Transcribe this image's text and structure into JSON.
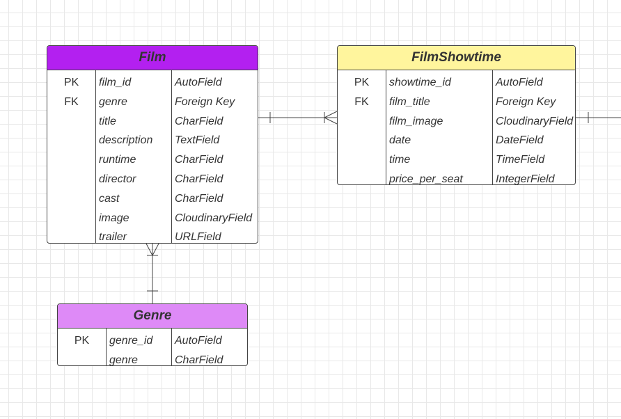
{
  "colors": {
    "film_header": "#b320f0",
    "showtime_header": "#fff59d",
    "genre_header": "#de8af7",
    "border": "#444444",
    "text": "#333333",
    "grid": "#e8e8e8"
  },
  "entities": {
    "film": {
      "title": "Film",
      "fields": [
        {
          "key": "PK",
          "name": "film_id",
          "type": "AutoField"
        },
        {
          "key": "FK",
          "name": "genre",
          "type": "Foreign Key"
        },
        {
          "key": "",
          "name": "title",
          "type": "CharField"
        },
        {
          "key": "",
          "name": "description",
          "type": "TextField"
        },
        {
          "key": "",
          "name": "runtime",
          "type": "CharField"
        },
        {
          "key": "",
          "name": "director",
          "type": "CharField"
        },
        {
          "key": "",
          "name": "cast",
          "type": "CharField"
        },
        {
          "key": "",
          "name": "image",
          "type": "CloudinaryField"
        },
        {
          "key": "",
          "name": "trailer",
          "type": "URLField"
        }
      ]
    },
    "showtime": {
      "title": "FilmShowtime",
      "fields": [
        {
          "key": "PK",
          "name": "showtime_id",
          "type": "AutoField"
        },
        {
          "key": "FK",
          "name": "film_title",
          "type": "Foreign Key"
        },
        {
          "key": "",
          "name": "film_image",
          "type": "CloudinaryField"
        },
        {
          "key": "",
          "name": "date",
          "type": "DateField"
        },
        {
          "key": "",
          "name": "time",
          "type": "TimeField"
        },
        {
          "key": "",
          "name": "price_per_seat",
          "type": "IntegerField"
        }
      ]
    },
    "genre": {
      "title": "Genre",
      "fields": [
        {
          "key": "PK",
          "name": "genre_id",
          "type": "AutoField"
        },
        {
          "key": "",
          "name": "genre",
          "type": "CharField"
        }
      ]
    }
  }
}
